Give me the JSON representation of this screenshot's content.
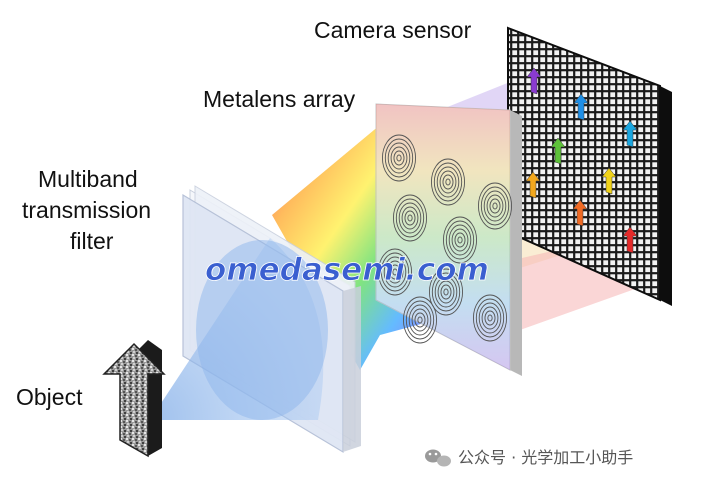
{
  "labels": {
    "camera_sensor": "Camera sensor",
    "metalens_array": "Metalens array",
    "filter_line1": "Multiband",
    "filter_line2": "transmission",
    "filter_line3": "filter",
    "object": "Object"
  },
  "watermark": "omedasemi.com",
  "footer": "公众号 · 光学加工小助手",
  "icons": {
    "footer": "wechat-icon"
  },
  "colors": {
    "filter_face": "#dfe6f4",
    "lens_plate": "#ebebeb",
    "sensor_border": "#0d0d0d",
    "watermark": "#3a5fd0",
    "cone": "#9fc2ec"
  },
  "arrow_colors": [
    "#8a3bd1",
    "#1f8fe6",
    "#1aa6e0",
    "#5ec23a",
    "#f2a81e",
    "#f0d21a",
    "#f06a24",
    "#e52a2a"
  ]
}
